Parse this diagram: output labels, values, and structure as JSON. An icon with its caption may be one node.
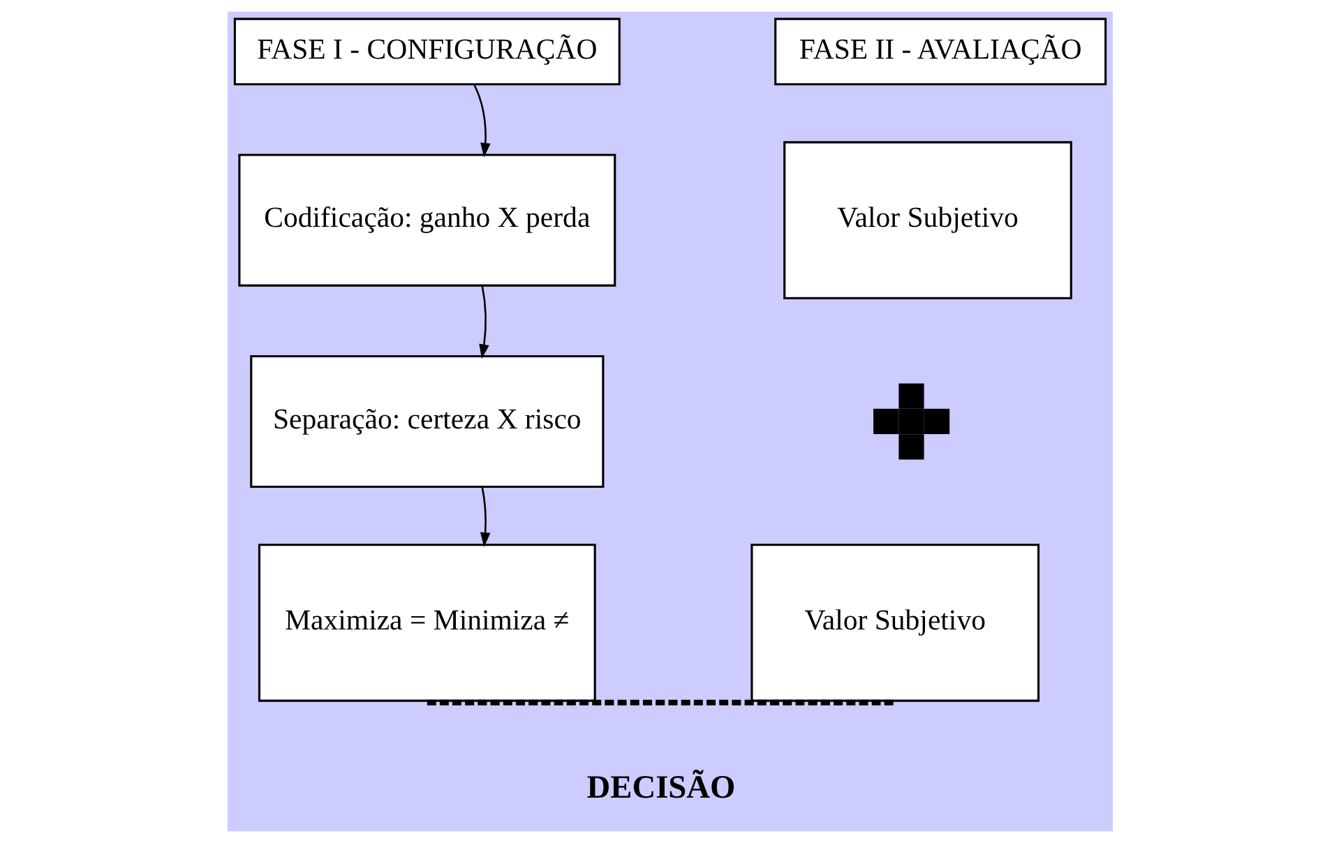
{
  "diagram": {
    "nodes": [
      {
        "text": [
          "FASE I - CONFIGURAÇÃO"
        ]
      },
      {
        "text": [
          "FASE II - AVALIAÇÃO"
        ]
      },
      {
        "text": [
          "Codificação: ganho X perda"
        ]
      },
      {
        "text": [
          "Separação: certeza X risco"
        ]
      },
      {
        "text": [
          "Maximiza = Minimiza ≠"
        ]
      },
      {
        "text": [
          "Valor Subjetivo"
        ]
      },
      {
        "text": [],
        "shape": "cross"
      },
      {
        "text": [
          "Valor Subjetivo"
        ]
      }
    ],
    "edges": [
      {
        "from": 0,
        "to": 2,
        "arrow": "to"
      },
      {
        "from": 2,
        "to": 3,
        "arrow": "to"
      },
      {
        "from": 3,
        "to": 4,
        "arrow": "to"
      },
      {
        "from": 4,
        "to": 7,
        "arrow": "none",
        "style": "dashed"
      }
    ],
    "labels": [
      "DECISÃO"
    ]
  }
}
